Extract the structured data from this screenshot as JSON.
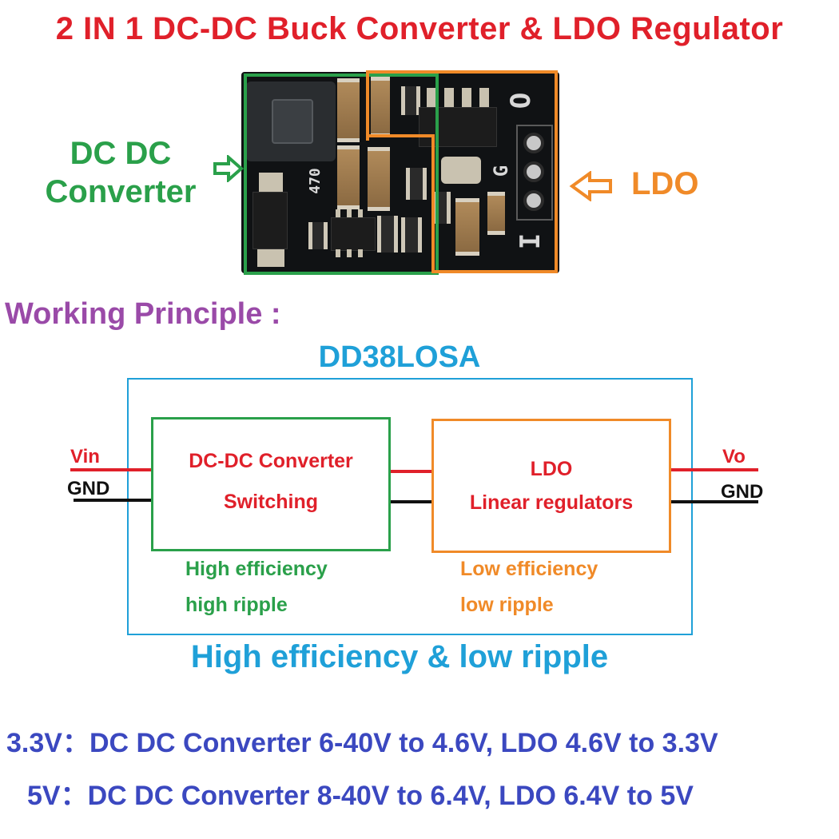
{
  "title": "2 IN 1 DC-DC Buck Converter & LDO Regulator",
  "photo": {
    "left_label": "DC DC\nConverter",
    "left_label_line1": "DC DC",
    "left_label_line2": "Converter",
    "right_label": "LDO",
    "silkscreen": {
      "inductor_code": "470",
      "pin_out": "O",
      "pin_gnd": "G",
      "pin_in": "I"
    },
    "colors": {
      "dcdc": "#2aa04a",
      "ldo": "#f08a28",
      "board": "#101214"
    }
  },
  "principle_heading": "Working Principle :",
  "diagram": {
    "module_name": "DD38LOSA",
    "dcdc_block": {
      "line1": "DC-DC Converter",
      "line2": "Switching"
    },
    "ldo_block": {
      "line1": "LDO",
      "line2": "Linear regulators"
    },
    "input_pins": {
      "vin": "Vin",
      "gnd": "GND"
    },
    "output_pins": {
      "vo": "Vo",
      "gnd": "GND"
    },
    "dcdc_notes": {
      "line1": "High efficiency",
      "line2": "high ripple"
    },
    "ldo_notes": {
      "line1": "Low efficiency",
      "line2": "low ripple"
    },
    "colors": {
      "outer": "#1fa0d8",
      "dcdc": "#2aa04a",
      "ldo": "#f08a28",
      "positive": "#e0202a",
      "ground": "#111111"
    }
  },
  "tagline": "High efficiency & low ripple",
  "specs": [
    {
      "label": "3.3V：",
      "text": "DC DC Converter 6-40V to 4.6V, LDO 4.6V to 3.3V"
    },
    {
      "label": "5V：",
      "text": "DC DC Converter 8-40V to 6.4V, LDO 6.4V to 5V"
    }
  ]
}
